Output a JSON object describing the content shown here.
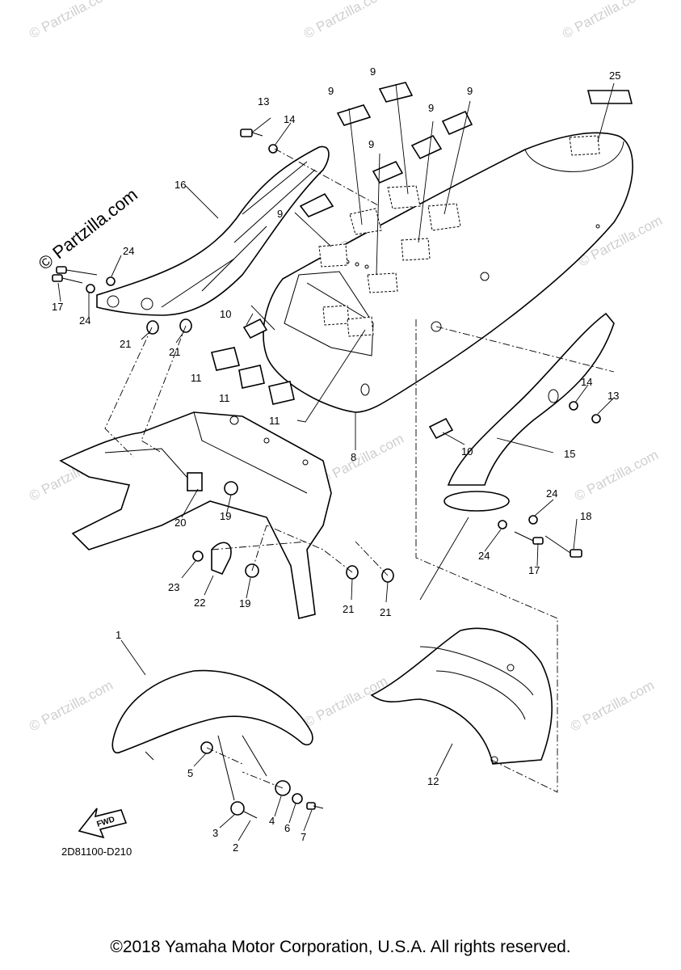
{
  "watermark": "© Partzilla.com",
  "diagram_code": "2D81100-D210",
  "copyright": "©2018 Yamaha Motor Corporation, U.S.A. All rights reserved.",
  "fwd_label": "FWD",
  "callouts": {
    "c1": "1",
    "c2": "2",
    "c3": "3",
    "c4": "4",
    "c5": "5",
    "c6": "6",
    "c7": "7",
    "c8": "8",
    "c9a": "9",
    "c9b": "9",
    "c9c": "9",
    "c9d": "9",
    "c9e": "9",
    "c9f": "9",
    "c10a": "10",
    "c10b": "10",
    "c11a": "11",
    "c11b": "11",
    "c11c": "11",
    "c12": "12",
    "c13a": "13",
    "c13b": "13",
    "c14a": "14",
    "c14b": "14",
    "c15": "15",
    "c16": "16",
    "c17a": "17",
    "c17b": "17",
    "c18": "18",
    "c19a": "19",
    "c19b": "19",
    "c20": "20",
    "c21a": "21",
    "c21b": "21",
    "c21c": "21",
    "c21d": "21",
    "c22": "22",
    "c23": "23",
    "c24a": "24",
    "c24b": "24",
    "c24c": "24",
    "c24d": "24",
    "c25": "25"
  }
}
